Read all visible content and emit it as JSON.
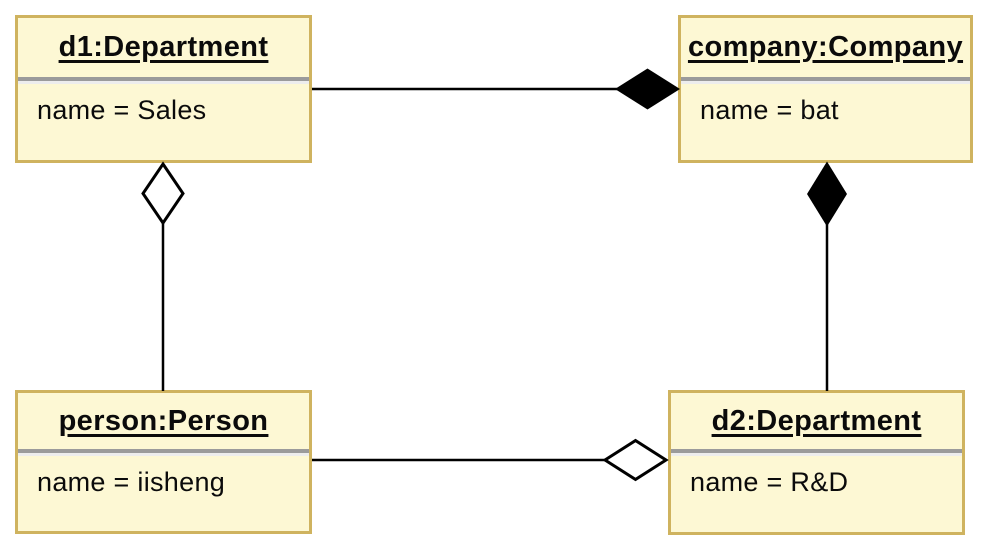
{
  "diagram": {
    "kind": "uml-object-diagram",
    "background_color": "#ffffff",
    "colors": {
      "box_fill": "#FDF8D4",
      "box_border": "#CFB35F",
      "separator_dark": "#9B9B9B",
      "separator_light": "#EDEDED",
      "line": "#000000",
      "text": "#0b0b0b"
    },
    "objects": [
      {
        "id": "d1",
        "title": "d1:Department",
        "attribute": "name = Sales"
      },
      {
        "id": "company",
        "title": "company:Company",
        "attribute": "name = bat"
      },
      {
        "id": "person",
        "title": "person:Person",
        "attribute": "name = iisheng"
      },
      {
        "id": "d2",
        "title": "d2:Department",
        "attribute": "name = R&D"
      }
    ],
    "relationships": [
      {
        "from": "d1",
        "to": "company",
        "type": "composition",
        "diamond": "filled",
        "diamond_at": "company"
      },
      {
        "from": "d2",
        "to": "company",
        "type": "composition",
        "diamond": "filled",
        "diamond_at": "company"
      },
      {
        "from": "person",
        "to": "d1",
        "type": "aggregation",
        "diamond": "hollow",
        "diamond_at": "d1"
      },
      {
        "from": "person",
        "to": "d2",
        "type": "aggregation",
        "diamond": "hollow",
        "diamond_at": "d2"
      }
    ]
  }
}
